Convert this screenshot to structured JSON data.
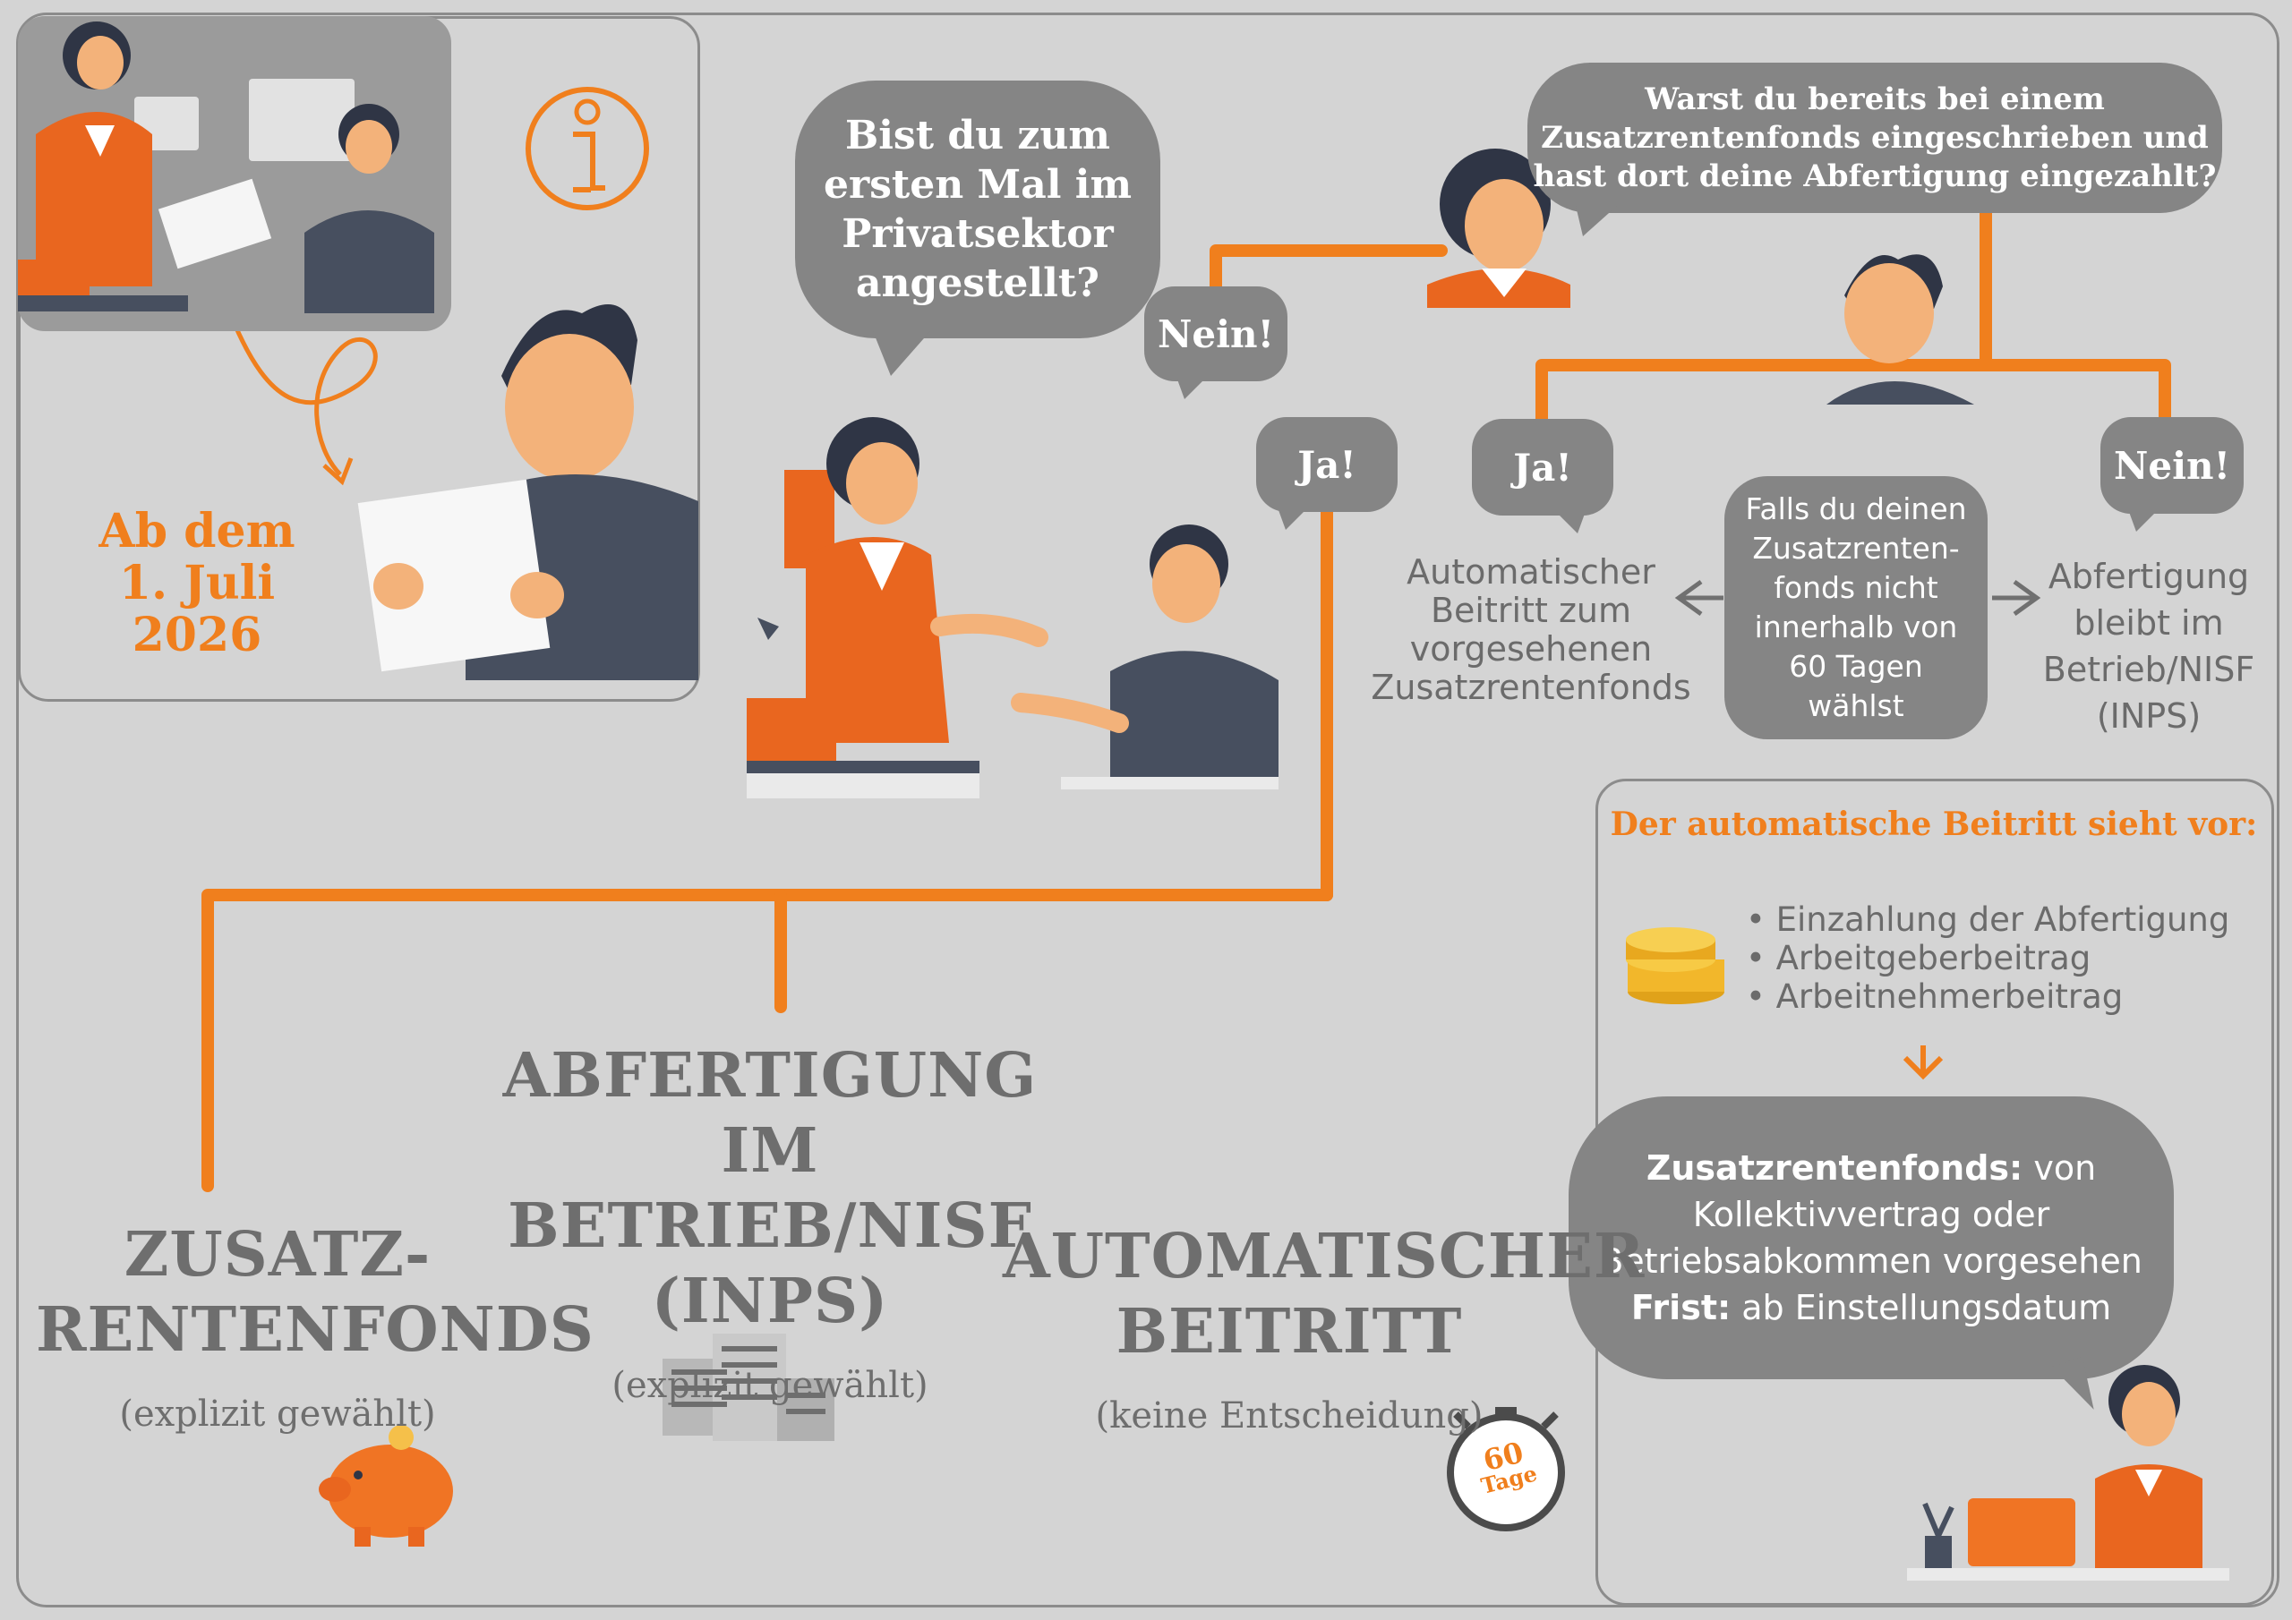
{
  "colors": {
    "background": "#d4d4d4",
    "accent": "#f07f1d",
    "bubble": "#858585",
    "text_gray": "#6b6b6b",
    "dark_navy": "#474f5f"
  },
  "intro": {
    "date_line1": "Ab dem",
    "date_line2": "1. Juli 2026",
    "info_icon": "info-icon"
  },
  "q1": {
    "line1": "Bist du zum",
    "line2": "ersten Mal im",
    "line3": "Privatsektor",
    "line4": "angestellt?"
  },
  "q1_no": "Nein!",
  "q1_yes": "Ja!",
  "q2": {
    "line1": "Warst du bereits bei einem",
    "line2": "Zusatzrentenfonds eingeschrieben und",
    "line3": "hast dort deine Abfertigung eingezahlt?"
  },
  "q2_yes": "Ja!",
  "q2_no": "Nein!",
  "yes_result": {
    "line1": "Automatischer",
    "line2": "Beitritt zum",
    "line3": "vorgesehenen",
    "line4": "Zusatzrentenfonds"
  },
  "deadline": {
    "line1": "Falls du deinen",
    "line2": "Zusatzrenten-",
    "line3": "fonds nicht",
    "line4": "innerhalb von",
    "line5": "60 Tagen",
    "line6": "wählst"
  },
  "no_result": {
    "line1": "Abfertigung",
    "line2": "bleibt im",
    "line3": "Betrieb/NISF",
    "line4": "(INPS)"
  },
  "auto_box": {
    "title": "Der automatische Beitritt sieht vor:",
    "items": [
      "Einzahlung der Abfertigung",
      "Arbeitgeberbeitrag",
      "Arbeitnehmerbeitrag"
    ],
    "fund_label": "Zusatzrentenfonds:",
    "fund_text": " von",
    "fund_line2": "Kollektivvertrag oder",
    "fund_line3": "Betriebsabkommen vorgesehen",
    "deadline_label": "Frist:",
    "deadline_text": " ab Einstellungsdatum"
  },
  "options": {
    "fund": {
      "line1": "ZUSATZ-",
      "line2": "RENTENFONDS",
      "sub": "(explizit gewählt)"
    },
    "company": {
      "line1": "ABFERTIGUNG IM",
      "line2": "BETRIEB/NISF",
      "line3": "(INPS)",
      "sub": "(explizit gewählt)"
    },
    "auto": {
      "line1": "AUTOMATISCHER",
      "line2": "BEITRITT",
      "sub": "(keine Entscheidung)"
    }
  },
  "timer": {
    "number": "60",
    "unit": "Tage"
  }
}
